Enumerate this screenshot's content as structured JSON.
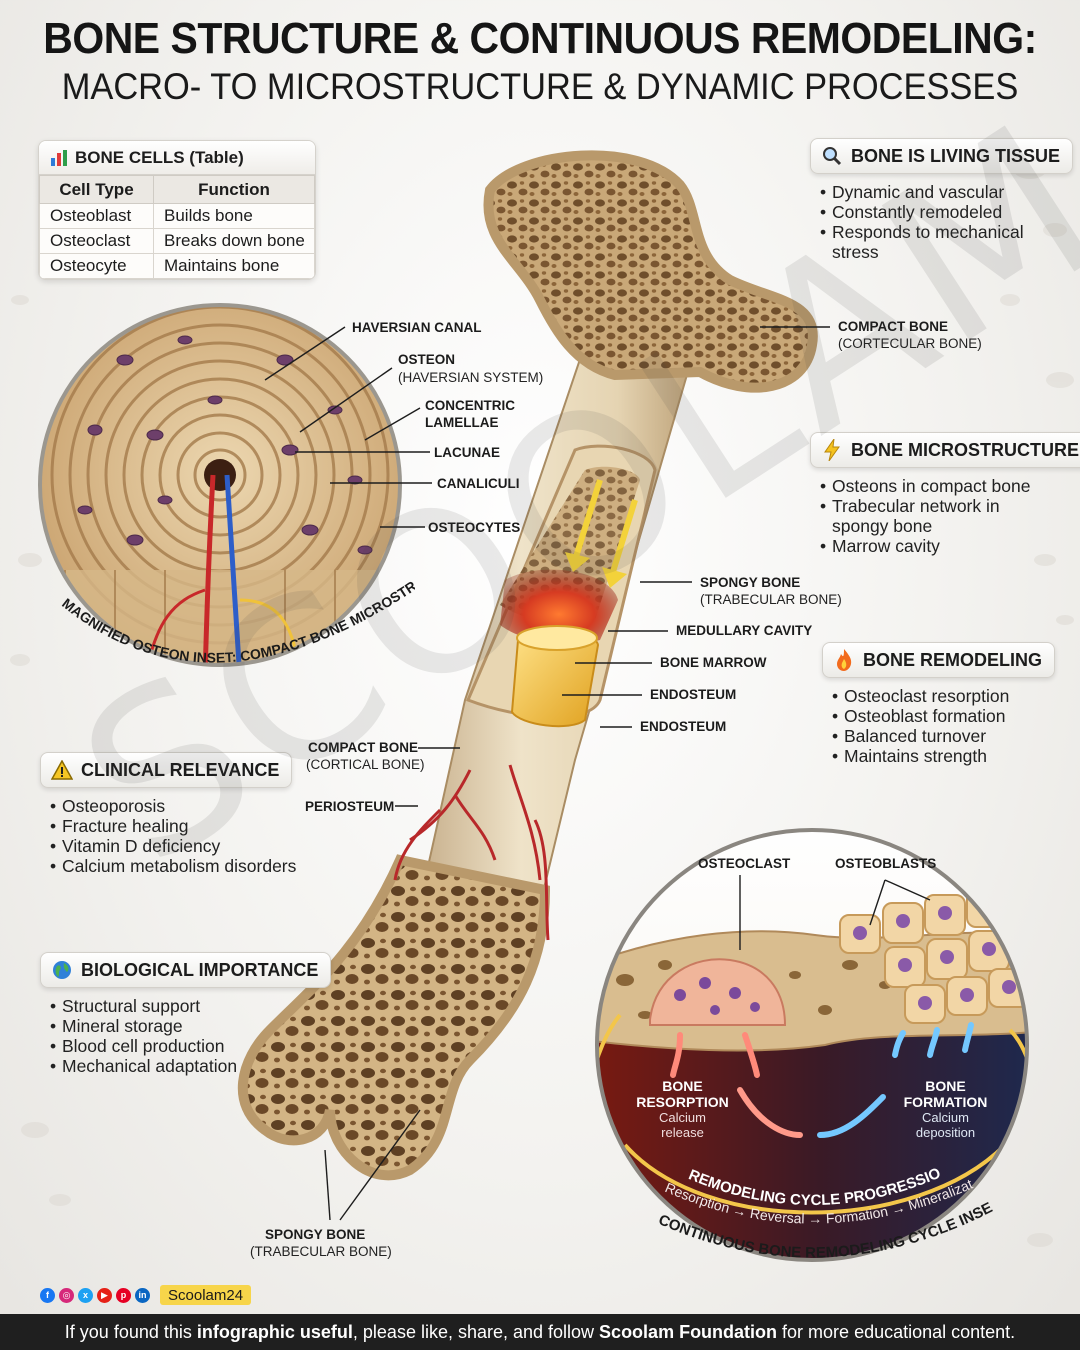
{
  "title": "BONE STRUCTURE & CONTINUOUS REMODELING:",
  "subtitle": "MACRO- TO MICROSTRUCTURE & DYNAMIC PROCESSES",
  "watermark": "SCOOLAM",
  "bone_cells": {
    "title": "BONE CELLS (Table)",
    "headers": [
      "Cell Type",
      "Function"
    ],
    "rows": [
      [
        "Osteoblast",
        "Builds bone"
      ],
      [
        "Osteoclast",
        "Breaks down bone"
      ],
      [
        "Osteocyte",
        "Maintains bone"
      ]
    ]
  },
  "living_tissue": {
    "title": "BONE IS LIVING TISSUE",
    "items": [
      "Dynamic and vascular",
      "Constantly remodeled",
      "Responds to mechanical",
      "stress"
    ]
  },
  "microstructure": {
    "title": "BONE MICROSTRUCTURE",
    "items": [
      "Osteons in compact bone",
      "Trabecular network in",
      "spongy bone",
      "Marrow cavity"
    ]
  },
  "remodeling": {
    "title": "BONE REMODELING",
    "items": [
      "Osteoclast resorption",
      "Osteoblast formation",
      "Balanced turnover",
      "Maintains strength"
    ]
  },
  "clinical": {
    "title": "CLINICAL RELEVANCE",
    "items": [
      "Osteoporosis",
      "Fracture healing",
      "Vitamin D deficiency",
      "Calcium metabolism disorders"
    ]
  },
  "biological": {
    "title": "BIOLOGICAL IMPORTANCE",
    "items": [
      "Structural support",
      "Mineral storage",
      "Blood cell production",
      "Mechanical adaptation"
    ]
  },
  "osteon_labels": {
    "haversian_canal": "HAVERSIAN CANAL",
    "osteon": "OSTEON",
    "osteon_sub": "(HAVERSIAN SYSTEM)",
    "lamellae_1": "CONCENTRIC",
    "lamellae_2": "LAMELLAE",
    "lacunae": "LACUNAE",
    "canaliculi": "CANALICULI",
    "osteocytes": "OSTEOCYTES",
    "inset_caption": "MAGNIFIED OSTEON INSET: COMPACT BONE MICROSTRUCTURE"
  },
  "bone_labels": {
    "compact_top": "COMPACT BONE",
    "compact_top_sub": "(CORTECULAR BONE)",
    "spongy_mid": "SPONGY BONE",
    "spongy_mid_sub": "(TRABECULAR BONE)",
    "medullary": "MEDULLARY CAVITY",
    "marrow": "BONE MARROW",
    "endosteum_1": "ENDOSTEUM",
    "endosteum_2": "ENDOSTEUM",
    "compact_mid": "COMPACT BONE",
    "compact_mid_sub": "(CORTICAL BONE)",
    "periosteum": "PERIOSTEUM",
    "spongy_bottom": "SPONGY BONE",
    "spongy_bottom_sub": "(TRABECULAR BONE)"
  },
  "remodel_inset": {
    "osteoclast": "OSTEOCLAST",
    "osteoblasts": "OSTEOBLASTS",
    "resorption_title_1": "BONE",
    "resorption_title_2": "RESORPTION",
    "resorption_sub_1": "Calcium",
    "resorption_sub_2": "release",
    "formation_title_1": "BONE",
    "formation_title_2": "FORMATION",
    "formation_sub_1": "Calcium",
    "formation_sub_2": "deposition",
    "cycle_title": "REMODELING CYCLE PROGRESSION",
    "cycle_steps": "Resorption → Reversal → Formation → Mineralization",
    "caption": "CONTINUOUS BONE REMODELING CYCLE INSET"
  },
  "social": {
    "handle": "Scoolam24",
    "icons": [
      "facebook-icon",
      "instagram-icon",
      "x-icon",
      "youtube-icon",
      "pinterest-icon",
      "linkedin-icon"
    ]
  },
  "footer": {
    "part1": "If you found this ",
    "bold1": "infographic useful",
    "part2": ", please like, share, and follow ",
    "bold2": "Scoolam Foundation",
    "part3": " for more educational content."
  },
  "colors": {
    "bone": "#e7d6b4",
    "bone_dark": "#b89668",
    "marrow": "#f2c14b",
    "blood_red": "#c8282a",
    "formation_blue": "#3aa8ff",
    "footer_bg": "#1f1f1f"
  }
}
